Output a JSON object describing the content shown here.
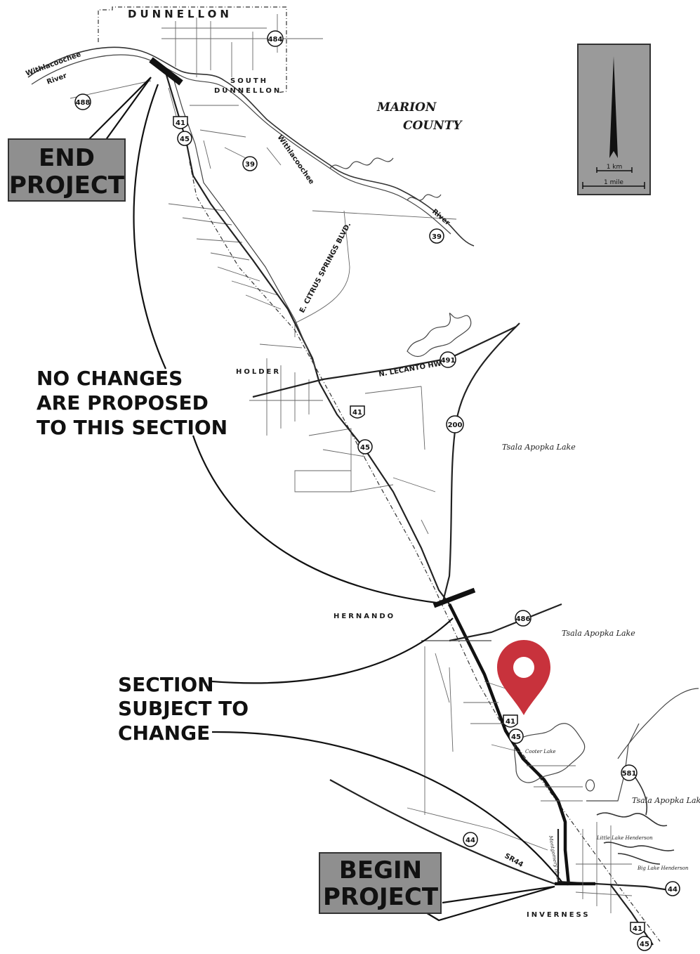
{
  "labels": {
    "dunnellon": "DUNNELLON",
    "south_dunnellon_1": "SOUTH",
    "south_dunnellon_2": "DUNNELLON",
    "marion_1": "MARION",
    "marion_2": "COUNTY",
    "holder": "HOLDER",
    "hernando": "HERNANDO",
    "inverness": "INVERNESS",
    "withlacoochee_1": "Withlacoochee",
    "withlacoochee_2": "River",
    "withlacoochee_3": "Withlacoochee",
    "river_word": "River",
    "e_citrus": "E. CITRUS SPRINGS BLVD.",
    "n_lecanto": "N. LECANTO HWY.",
    "sr44": "SR44",
    "montgomery": "Montgomery Blvd",
    "tsala_1": "Tsala Apopka Lake",
    "tsala_2": "Tsala Apopka Lake",
    "tsala_3": "Tsala Apopka Lake",
    "cooter_lake": "Cooter Lake",
    "little_lake_henderson": "Little Lake Henderson",
    "big_lake_henderson": "Big Lake Henderson"
  },
  "callouts": {
    "end_project_1": "END",
    "end_project_2": "PROJECT",
    "begin_project_1": "BEGIN",
    "begin_project_2": "PROJECT",
    "no_changes_1": "NO CHANGES",
    "no_changes_2": "ARE PROPOSED",
    "no_changes_3": "TO THIS SECTION",
    "subject_1": "SECTION",
    "subject_2": "SUBJECT TO",
    "subject_3": "CHANGE"
  },
  "shields": {
    "s484": "484",
    "s488": "488",
    "s41a": "41",
    "s45a": "45",
    "s39a": "39",
    "s39b": "39",
    "s491": "491",
    "s41b": "41",
    "s45b": "45",
    "s200": "200",
    "s486": "486",
    "s41c": "41",
    "s45c": "45",
    "s581": "581",
    "s44a": "44",
    "s44b": "44",
    "s41d": "41",
    "s45d": "45"
  },
  "scale": {
    "north": "N",
    "km": "1 km",
    "mile": "1 mile"
  },
  "colors": {
    "marker": "#c8323c",
    "callout_box": "#8f8f8f"
  },
  "icons": {
    "marker": "map-pin-icon",
    "north_arrow": "north-arrow-icon"
  }
}
